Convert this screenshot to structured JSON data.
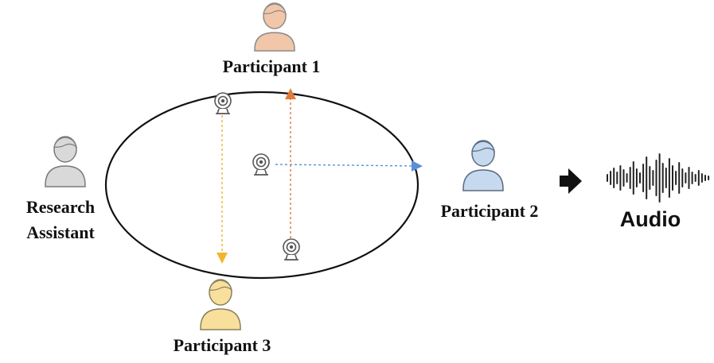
{
  "participants": {
    "p1": {
      "label": "Participant 1",
      "color": "#f2c6a8"
    },
    "p2": {
      "label": "Participant 2",
      "color": "#c6d9ee"
    },
    "p3": {
      "label": "Participant 3",
      "color": "#f8df9c"
    },
    "assistant": {
      "line1": "Research",
      "line2": "Assistant",
      "color": "#d9d9d9"
    }
  },
  "output": {
    "label": "Audio"
  },
  "colors": {
    "arrow_to_p1": "#e07b39",
    "arrow_to_p2": "#5b8fd6",
    "arrow_to_p3": "#f2b52f",
    "outline": "#3a3a3a"
  },
  "icons": {
    "person": "person-icon",
    "camera": "webcam-icon",
    "arrow": "right-arrow-icon",
    "waveform": "audio-waveform-icon"
  }
}
